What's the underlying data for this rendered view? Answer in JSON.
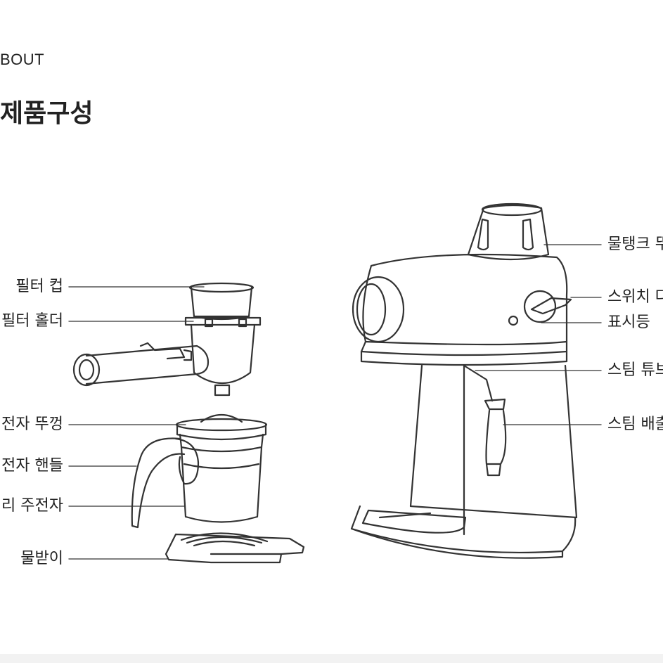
{
  "header": {
    "section": "BOUT",
    "title": "제품구성"
  },
  "labels": {
    "filter_cup": "필터 컵",
    "filter_holder": "필터 홀더",
    "pot_lid": "전자 뚜껑",
    "pot_handle": "전자 핸들",
    "glass_pot": "리 주전자",
    "drip_tray": "물받이",
    "water_tank": "물탱크 뚜",
    "switch": "스위치 다",
    "indicator": "표시등",
    "steam_tube": "스팀 튜브",
    "steam_nozzle": "스팀 배출"
  },
  "colors": {
    "line": "#333333",
    "leader": "#555555",
    "footer": "#f2f2f2"
  }
}
